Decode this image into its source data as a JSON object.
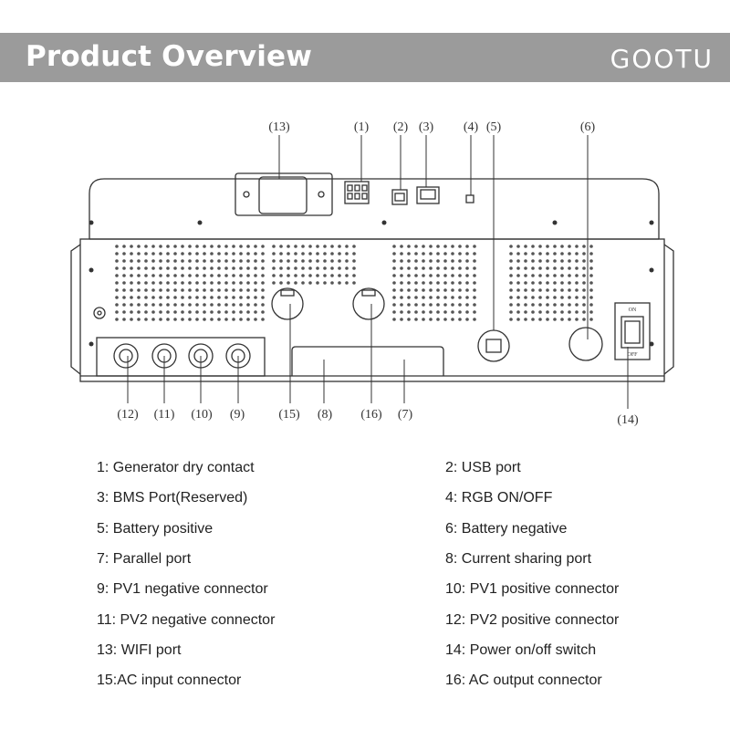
{
  "header": {
    "title": "Product Overview",
    "brand": "GOOTU"
  },
  "switch_labels": {
    "on": "ON",
    "off": "OFF"
  },
  "callouts": [
    {
      "id": "13",
      "label": "(13)"
    },
    {
      "id": "1",
      "label": "(1)"
    },
    {
      "id": "2",
      "label": "(2)"
    },
    {
      "id": "3",
      "label": "(3)"
    },
    {
      "id": "4",
      "label": "(4)"
    },
    {
      "id": "5",
      "label": "(5)"
    },
    {
      "id": "6",
      "label": "(6)"
    },
    {
      "id": "12",
      "label": "(12)"
    },
    {
      "id": "11",
      "label": "(11)"
    },
    {
      "id": "10",
      "label": "(10)"
    },
    {
      "id": "9",
      "label": "(9)"
    },
    {
      "id": "15",
      "label": "(15)"
    },
    {
      "id": "8",
      "label": "(8)"
    },
    {
      "id": "16",
      "label": "(16)"
    },
    {
      "id": "7",
      "label": "(7)"
    },
    {
      "id": "14",
      "label": "(14)"
    }
  ],
  "legend": [
    "1: Generator dry contact",
    "2: USB port",
    "3: BMS Port(Reserved)",
    "4: RGB ON/OFF",
    "5: Battery positive",
    "6: Battery negative",
    "7: Parallel port",
    "8: Current sharing port",
    "9: PV1 negative connector",
    "10: PV1 positive connector",
    "11: PV2 negative connector",
    "12: PV2 positive connector",
    "13: WIFI port",
    "14: Power on/off switch",
    "15:AC input connector",
    "16: AC output connector"
  ],
  "colors": {
    "header_bg": "#9b9b9b",
    "header_text": "#ffffff",
    "line": "#333333"
  }
}
